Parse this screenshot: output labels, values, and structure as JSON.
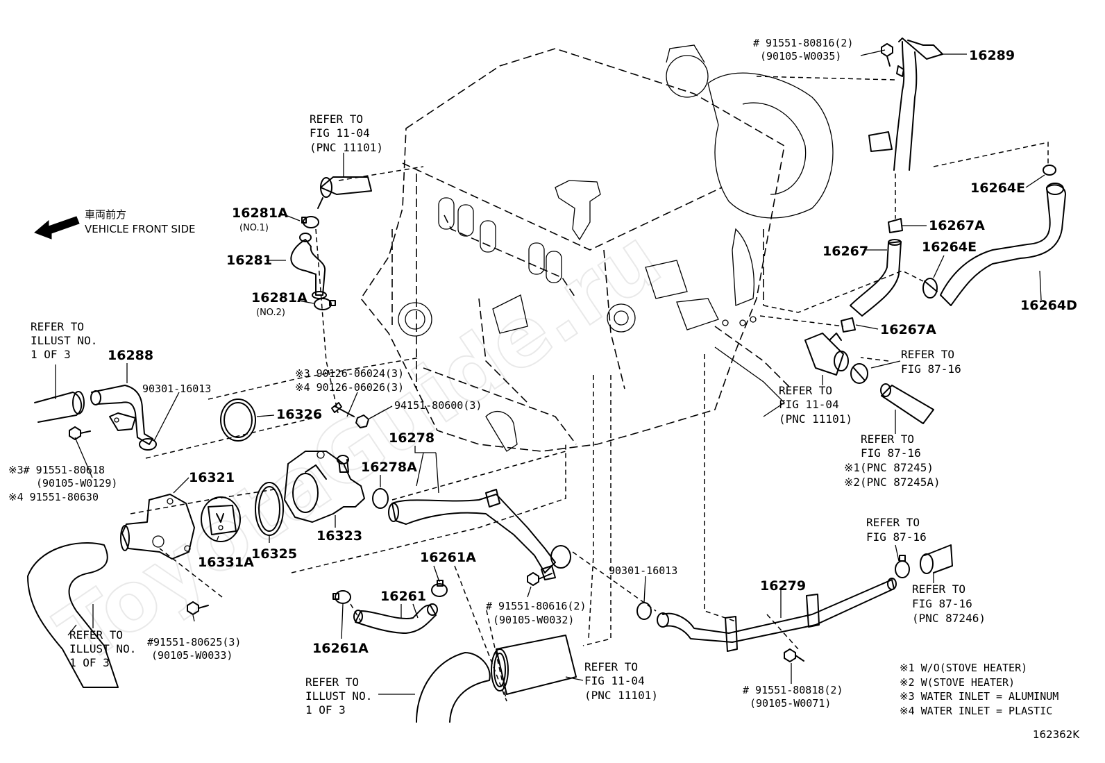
{
  "diagram": {
    "watermark": "ToyotaGuide.ru",
    "figure_id": "162362K",
    "direction": {
      "jp": "車両前方",
      "en": "VEHICLE FRONT SIDE"
    },
    "refer_blocks": {
      "top_fig1104": [
        "REFER TO",
        "FIG 11-04",
        "(PNC 11101)"
      ],
      "left_illust": [
        "REFER TO",
        "ILLUST NO.",
        "1 OF 3"
      ],
      "bottom_left_illust": [
        "REFER TO",
        "ILLUST NO.",
        "1 OF 3"
      ],
      "bottom_center_illust": [
        "REFER TO",
        "ILLUST NO.",
        "1 OF 3"
      ],
      "right_fig1104": [
        "REFER TO",
        "FIG 11-04",
        "(PNC 11101)"
      ],
      "right_fig8716_a": [
        "REFER TO",
        "FIG 87-16"
      ],
      "right_fig8716_b": [
        "REFER TO",
        "FIG 87-16",
        "※1(PNC 87245)",
        "※2(PNC 87245A)"
      ],
      "bottom_fig1104": [
        "REFER TO",
        "FIG 11-04",
        "(PNC 11101)"
      ],
      "bottom_right_fig8716_a": [
        "REFER TO",
        "FIG 87-16"
      ],
      "bottom_right_fig8716_b": [
        "REFER TO",
        "FIG 87-16",
        "(PNC 87246)"
      ]
    },
    "parts": {
      "p16281A_1": "16281A",
      "p16281A_1_sub": "(NO.1)",
      "p16281": "16281",
      "p16281A_2": "16281A",
      "p16281A_2_sub": "(NO.2)",
      "p16288": "16288",
      "p90301_top": "90301-16013",
      "p90126_a": "※3 90126-06024(3)",
      "p90126_b": "※4 90126-06026(3)",
      "p94151": "94151-80600(3)",
      "p16326": "16326",
      "p16278": "16278",
      "p16278A": "16278A",
      "p16321": "16321",
      "p91551_80618": "※3# 91551-80618",
      "p90105_W0129": "(90105-W0129)",
      "p91551_80630": "※4 91551-80630",
      "p16331A": "16331A",
      "p16325": "16325",
      "p16323": "16323",
      "p16261A_top": "16261A",
      "p16261": "16261",
      "p16261A_bot": "16261A",
      "p91551_80625": "#91551-80625(3)",
      "p90105_W0033": "(90105-W0033)",
      "p91551_80616": "# 91551-80616(2)",
      "p90105_W0032": "(90105-W0032)",
      "p90301_bot": "90301-16013",
      "p16279": "16279",
      "p91551_80818": "# 91551-80818(2)",
      "p90105_W0071": "(90105-W0071)",
      "p91551_80816": "# 91551-80816(2)",
      "p90105_W0035": "(90105-W0035)",
      "p16289": "16289",
      "p16264E_top": "16264E",
      "p16267A_top": "16267A",
      "p16267": "16267",
      "p16264E_mid": "16264E",
      "p16264D": "16264D",
      "p16267A_bot": "16267A"
    },
    "legend": [
      "※1  W/O(STOVE HEATER)",
      "※2  W(STOVE HEATER)",
      "※3  WATER INLET = ALUMINUM",
      "※4  WATER INLET = PLASTIC"
    ]
  }
}
